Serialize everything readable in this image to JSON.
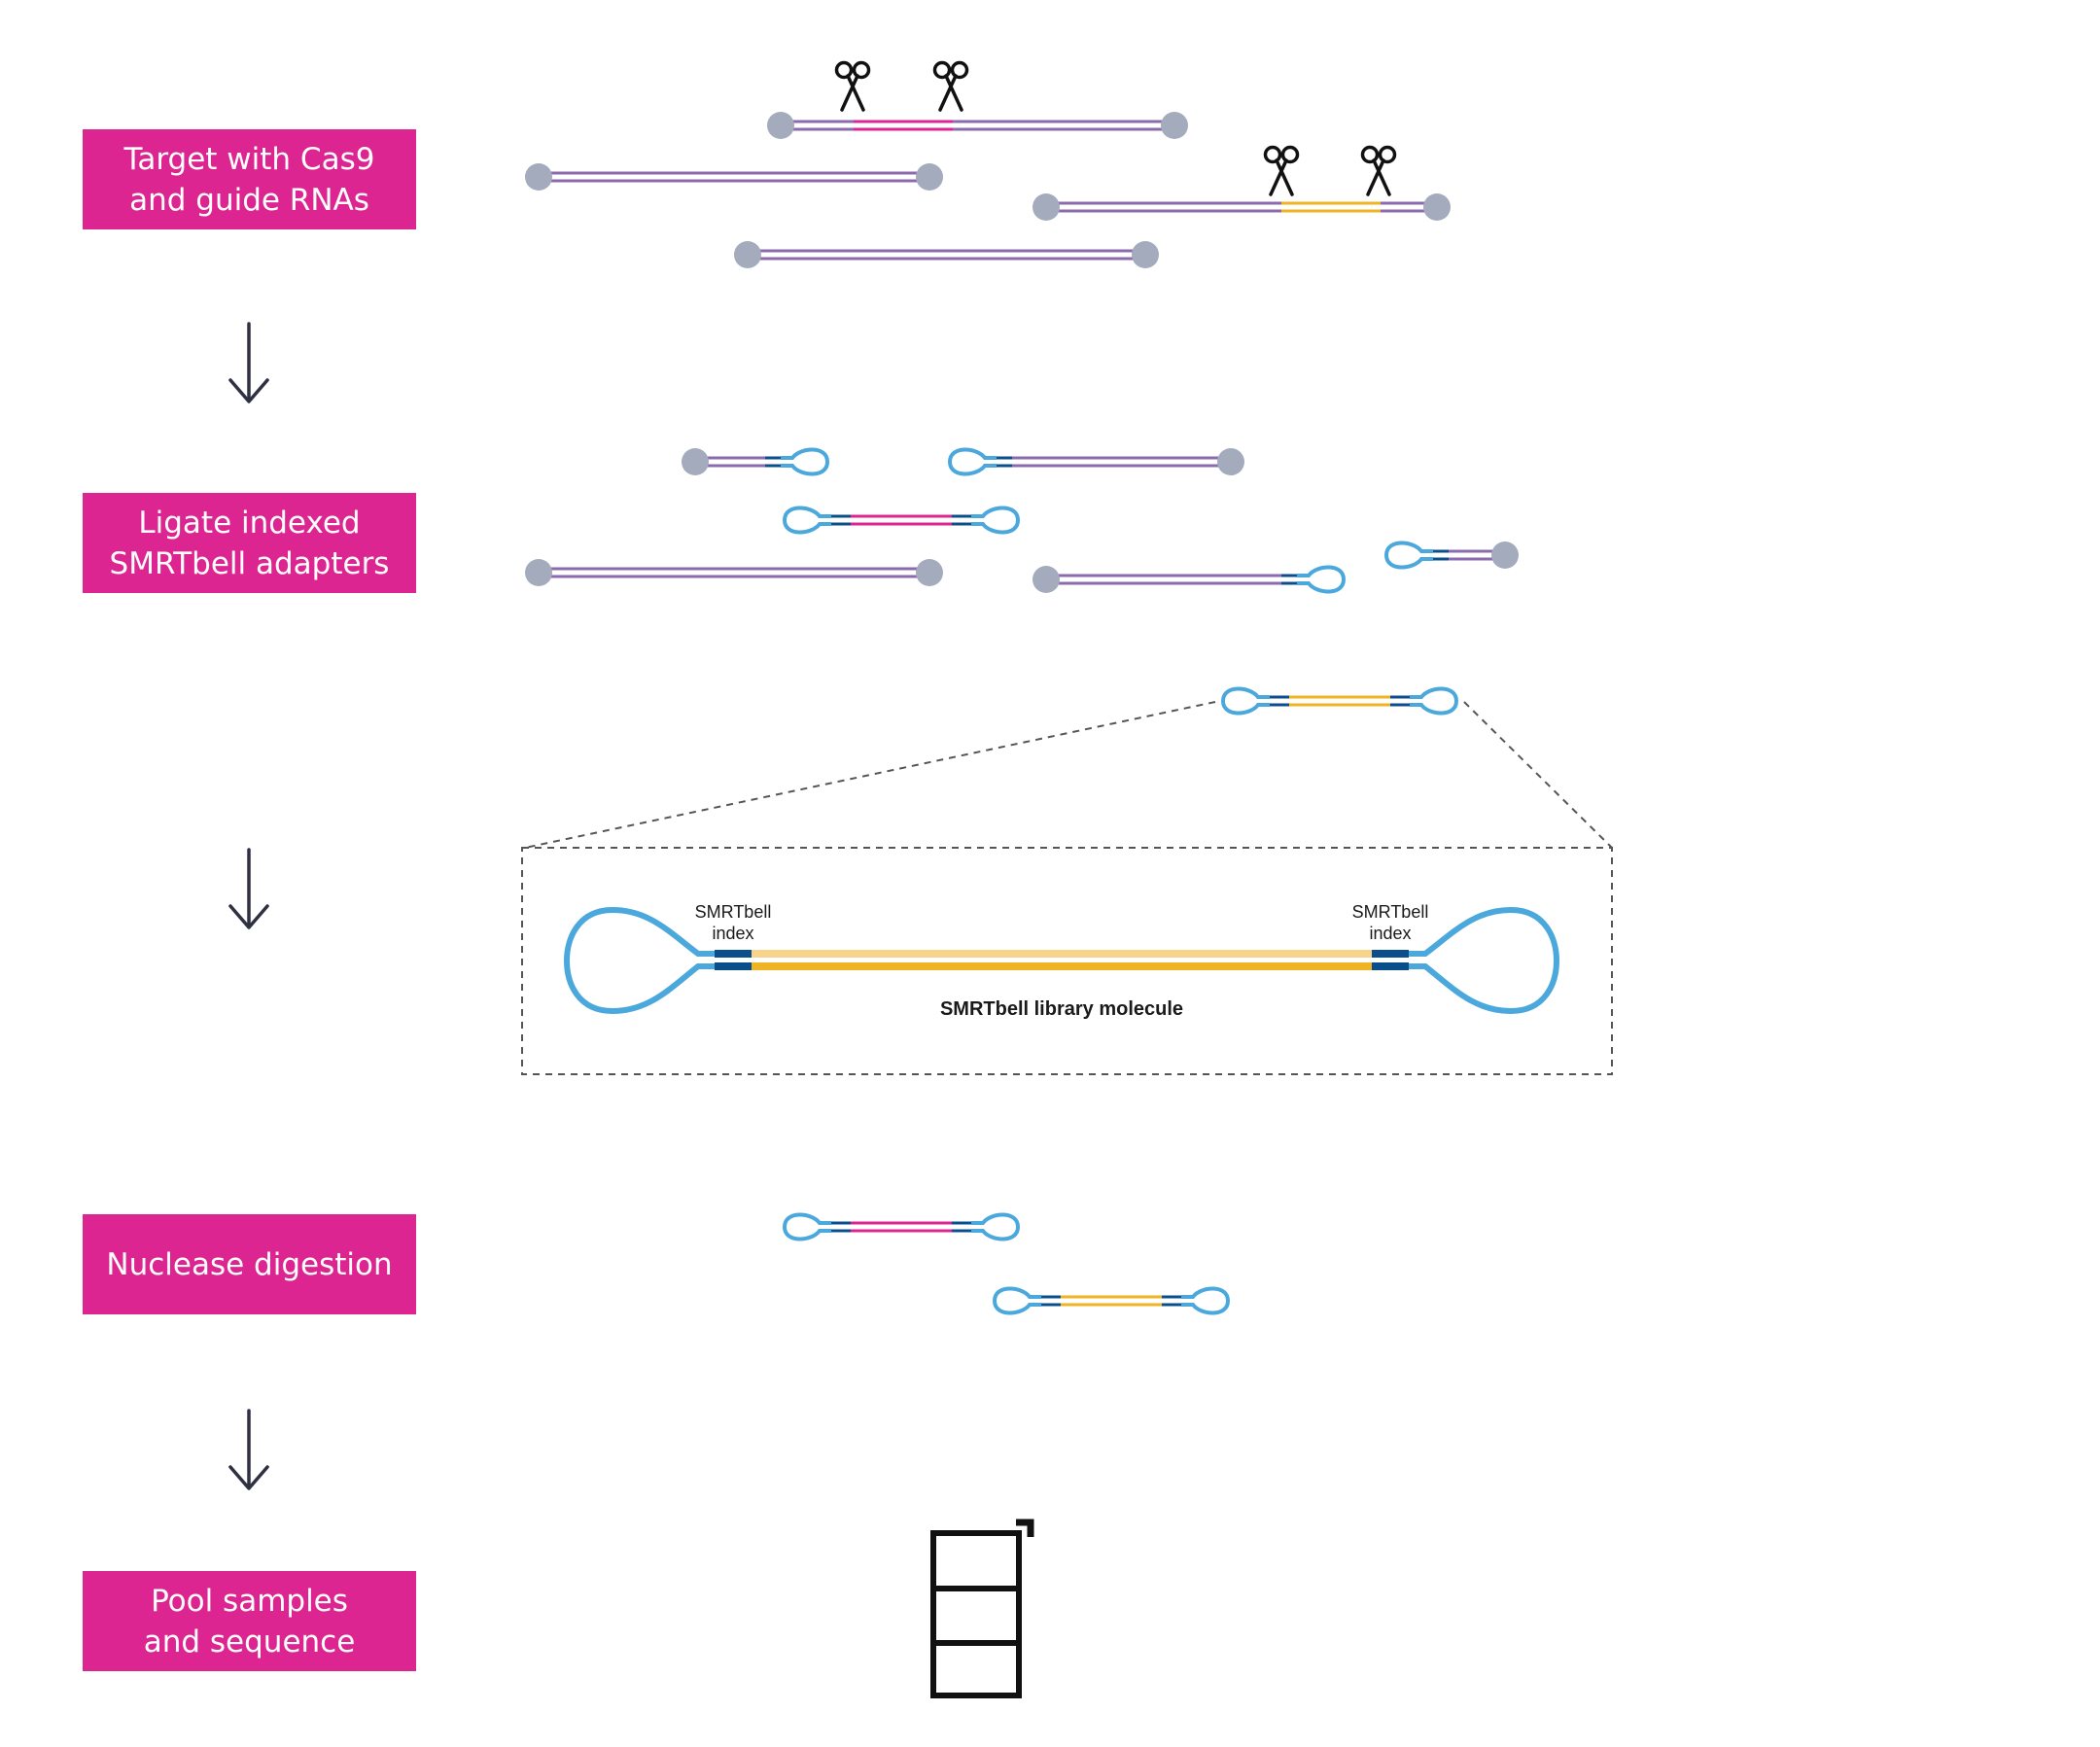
{
  "steps": [
    {
      "label": "Target with Cas9\nand guide RNAs"
    },
    {
      "label": "Ligate indexed\nSMRTbell adapters"
    },
    {
      "label": "Nuclease digestion"
    },
    {
      "label": "Pool samples\nand sequence"
    }
  ],
  "callout": {
    "index_label_left": "SMRTbell\nindex",
    "index_label_right": "SMRTbell\nindex",
    "molecule_label": "SMRTbell library molecule"
  },
  "icons": [
    "scissors-icon",
    "down-arrow-icon",
    "sequencer-icon"
  ],
  "colors": {
    "step_box": "#dd2591",
    "dna_purple": "#8b6aae",
    "target_magenta": "#dd2591",
    "target_gold": "#f0b323",
    "adapter_blue": "#4aa8dc",
    "index_navy": "#0b4e8c",
    "cap_gray": "#a3abbd"
  }
}
